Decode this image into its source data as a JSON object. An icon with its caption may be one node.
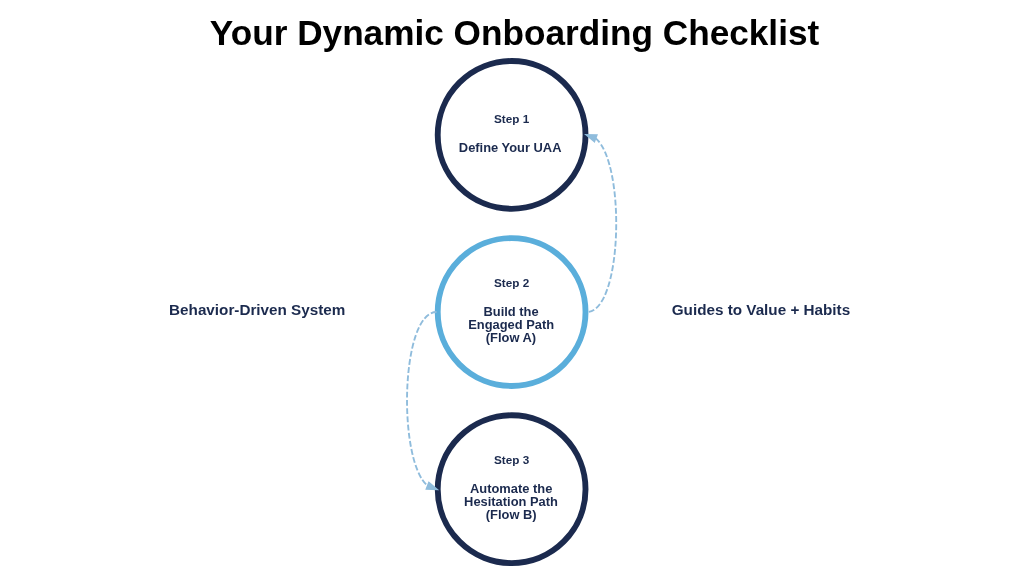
{
  "diagram": {
    "title": "Your Dynamic Onboarding Checklist",
    "nodes": [
      {
        "text": [
          "Step 1",
          "Define Your UAA"
        ]
      },
      {
        "text": [
          "Step 2",
          "Build the Engaged Path (Flow A)"
        ]
      },
      {
        "text": [
          "Step 3",
          "Automate the Hesitation Path (Flow B)"
        ]
      }
    ],
    "edges": [
      {
        "from": 1,
        "to": 0,
        "arrow": "to",
        "style": "dashed"
      },
      {
        "from": 1,
        "to": 2,
        "arrow": "to",
        "style": "dashed"
      }
    ],
    "labels": [
      "Behavior-Driven System",
      "Guides to Value + Habits"
    ]
  }
}
